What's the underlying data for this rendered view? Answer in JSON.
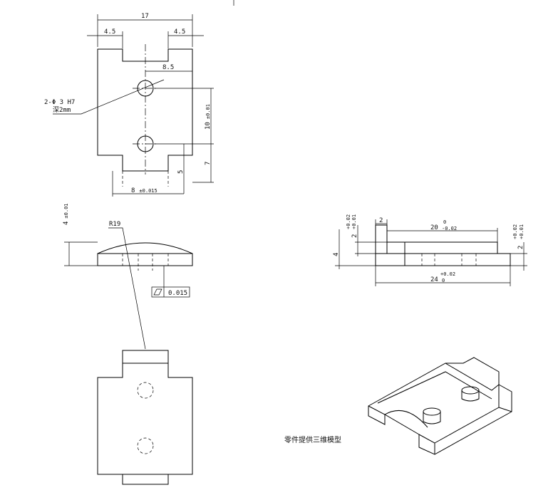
{
  "top_view": {
    "dim_overall": "17",
    "dim_left_tab": "4.5",
    "dim_right_tab": "4.5",
    "dim_hole_offset": "8.5",
    "dim_hole_spacing": "10",
    "dim_hole_spacing_tol": "±0.01",
    "dim_right_7": "7",
    "dim_bottom_5": "5",
    "dim_bottom_width": "8",
    "dim_bottom_width_tol": "±0.015",
    "hole_callout": "2-Φ 3 H7",
    "hole_depth": "深2mm"
  },
  "front_view": {
    "dim_height": "4",
    "dim_height_tol": "±0.01",
    "radius_label": "R19",
    "flatness_value": "0.015"
  },
  "side_view": {
    "dim_step_width": "2",
    "dim_step_height": "2",
    "dim_step_height_tol_top": "+0.02",
    "dim_step_height_tol_bot": "+0.01",
    "dim_length_20": "20",
    "dim_length_20_tol_top": "0",
    "dim_length_20_tol_bot": "-0.02",
    "dim_right_height": "2",
    "dim_right_height_tol_top": "+0.02",
    "dim_right_height_tol_bot": "+0.01",
    "dim_total_height": "4",
    "dim_total_length": "24",
    "dim_total_length_tol_top": "+0.02",
    "dim_total_length_tol_bot": "0"
  },
  "iso_note": "零件提供三维模型"
}
